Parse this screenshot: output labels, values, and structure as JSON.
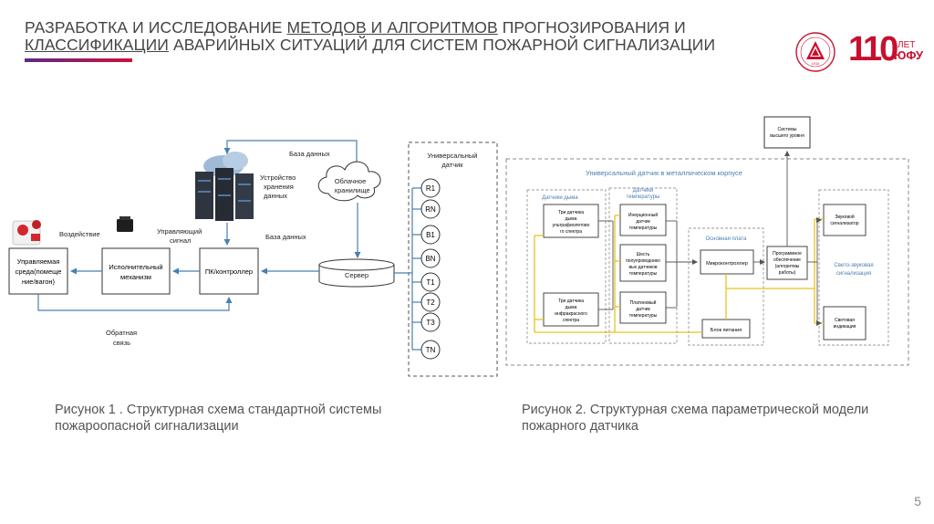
{
  "title": {
    "part1": "РАЗРАБОТКА И ИССЛЕДОВАНИЕ ",
    "part2": "МЕТОДОВ И АЛГОРИТМОВ",
    "part3": " ПРОГНОЗИРОВАНИЯ И",
    "part4": "КЛАССИФИКАЦИИ",
    "part5": " АВАРИЙНЫХ СИТУАЦИЙ ДЛЯ СИСТЕМ ПОЖАРНОЙ СИГНАЛИЗАЦИИ"
  },
  "logo": {
    "number": "110",
    "line1": "ЛЕТ",
    "line2": "ЮФУ",
    "emblem_year": "1915"
  },
  "figure1": {
    "db_label_top": "База данных",
    "storage_label": [
      "Устройство",
      "хранения",
      "данных"
    ],
    "cloud_label": [
      "Облачное",
      "хранилище"
    ],
    "sensor_title": [
      "Универсальный",
      "датчик"
    ],
    "sensors": [
      "R1",
      "RN",
      "B1",
      "BN",
      "T1",
      "T2",
      "T3",
      "TN"
    ],
    "impact_label": "Воздействие",
    "control_signal": [
      "Управляющий",
      "сигнал"
    ],
    "db_label_mid": "База данных",
    "managed_env": [
      "Управляемая",
      "среда(помеще",
      "ние/вагон)"
    ],
    "actuator": [
      "Исполнительный",
      "механизм"
    ],
    "controller": "ПК/контроллер",
    "server": "Сервер",
    "feedback": [
      "Обратная",
      "связь"
    ]
  },
  "figure2": {
    "top_system": [
      "Системы",
      "высшего уровня"
    ],
    "housing_title": "Универсальный датчик в металлическом корпусе",
    "smoke_group": "Датчики дыма",
    "smoke_uv": [
      "Три датчика",
      "дыма",
      "ультрафиолетово",
      "го спектра"
    ],
    "smoke_ir": [
      "Три датчика",
      "дыма",
      "инфракрасного",
      "спектра"
    ],
    "temp_group": [
      "Датчики",
      "температуры"
    ],
    "temp_inertial": [
      "Инерционный",
      "датчик",
      "температуры"
    ],
    "temp_semi": [
      "Шесть",
      "полупроводнико",
      "вых датчиков",
      "температуры"
    ],
    "temp_platinum": [
      "Платиновый",
      "датчик",
      "температуры"
    ],
    "main_board": "Основная плата",
    "microcontroller": "Микроконтроллер",
    "power": "Блок питания",
    "software": [
      "Программное",
      "обеспечение",
      "(алгоритмы",
      "работы)"
    ],
    "sound": [
      "Звуковой",
      "сигнализатор"
    ],
    "light_sound_group": [
      "Свето-звуковая",
      "сигнализация"
    ],
    "light": [
      "Световая",
      "индикация"
    ]
  },
  "captions": {
    "fig1": "Рисунок 1 . Структурная схема стандартной системы пожароопасной сигнализации",
    "fig2": "Рисунок 2. Структурная схема параметрической модели пожарного датчика"
  },
  "page_number": "5"
}
